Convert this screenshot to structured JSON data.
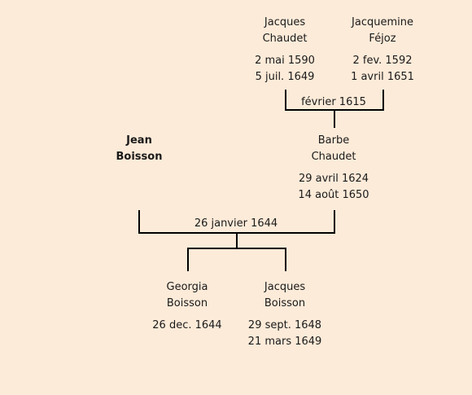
{
  "people": {
    "jacques_chaudet": {
      "first": "Jacques",
      "last": "Chaudet",
      "birth": "2 mai 1590",
      "death": "5 juil. 1649"
    },
    "jacquemine_fejoz": {
      "first": "Jacquemine",
      "last": "Féjoz",
      "birth": "2 fev. 1592",
      "death": "1 avril 1651"
    },
    "jean_boisson": {
      "first": "Jean",
      "last": "Boisson"
    },
    "barbe_chaudet": {
      "first": "Barbe",
      "last": "Chaudet",
      "birth": "29 avril 1624",
      "death": "14 août 1650"
    },
    "georgia_boisson": {
      "first": "Georgia",
      "last": "Boisson",
      "birth": "26 dec. 1644"
    },
    "jacques_boisson": {
      "first": "Jacques",
      "last": "Boisson",
      "birth": "29 sept. 1648",
      "death": "21 mars 1649"
    }
  },
  "marriages": {
    "chaudet_fejoz": "février 1615",
    "boisson_chaudet": "26 janvier 1644"
  },
  "colors": {
    "background": "#fdebd9",
    "line": "#000000",
    "text": "#1a1a1a"
  }
}
